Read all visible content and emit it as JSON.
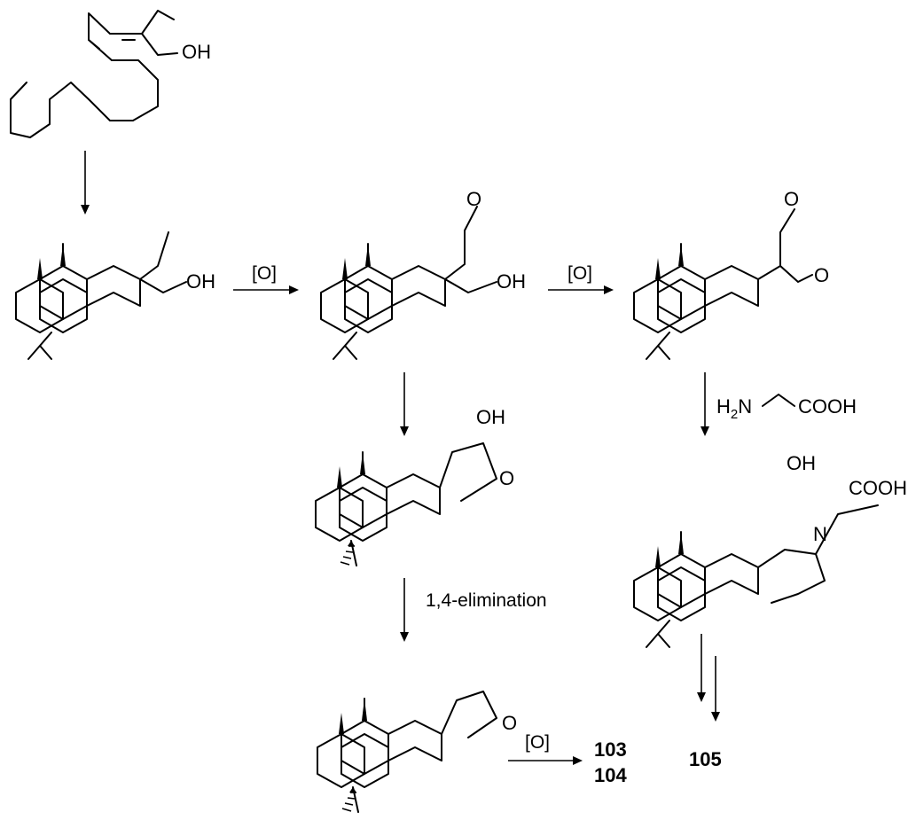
{
  "scheme": {
    "atom_labels": {
      "oh": "OH",
      "o": "O",
      "n": "N",
      "h2n_h": "H",
      "h2n_sub": "2",
      "h2n_n": "N",
      "cooh": "COOH"
    },
    "reagents": {
      "oxidation_1": "[O]",
      "oxidation_2": "[O]",
      "oxidation_3": "[O]",
      "elimination": "1,4-elimination"
    },
    "compound_labels": {
      "c103": "103",
      "c104": "104",
      "c105": "105"
    }
  }
}
